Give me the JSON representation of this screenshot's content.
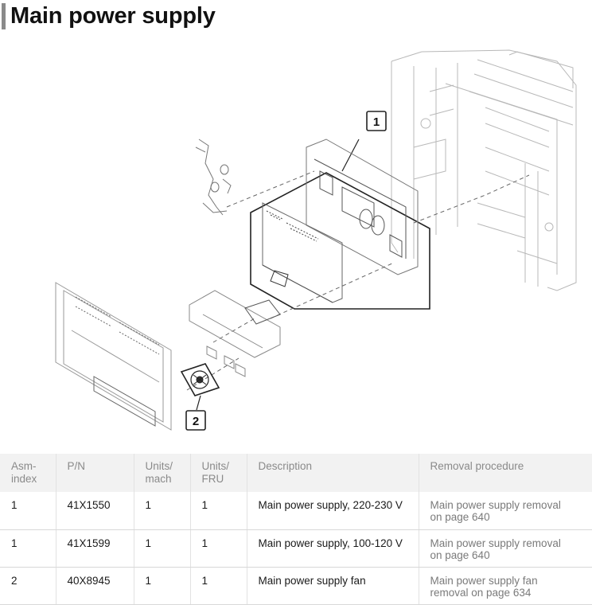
{
  "page": {
    "title": "Main power supply"
  },
  "diagram": {
    "callouts": [
      "1",
      "2"
    ]
  },
  "table": {
    "headers": [
      {
        "line1": "Asm-",
        "line2": "index"
      },
      {
        "line1": "P/N",
        "line2": ""
      },
      {
        "line1": "Units/",
        "line2": "mach"
      },
      {
        "line1": "Units/",
        "line2": "FRU"
      },
      {
        "line1": "Description",
        "line2": ""
      },
      {
        "line1": "Removal procedure",
        "line2": ""
      }
    ],
    "rows": [
      {
        "asm": "1",
        "pn": "41X1550",
        "units_mach": "1",
        "units_fru": "1",
        "description": "Main power supply, 220-230 V",
        "removal_line1": "Main power supply removal",
        "removal_line2": "on page 640"
      },
      {
        "asm": "1",
        "pn": "41X1599",
        "units_mach": "1",
        "units_fru": "1",
        "description": "Main power supply, 100-120 V",
        "removal_line1": "Main power supply removal",
        "removal_line2": "on page 640"
      },
      {
        "asm": "2",
        "pn": "40X8945",
        "units_mach": "1",
        "units_fru": "1",
        "description": "Main power supply fan",
        "removal_line1": "Main power supply fan",
        "removal_line2": "removal on page 634"
      }
    ]
  }
}
